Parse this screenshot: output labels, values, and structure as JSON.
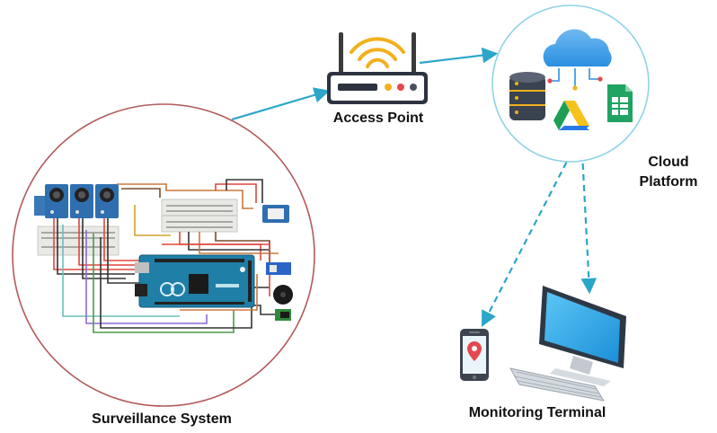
{
  "nodes": {
    "access_point": {
      "label": "Access Point"
    },
    "cloud": {
      "label_line1": "Cloud",
      "label_line2": "Platform"
    },
    "surveillance": {
      "label": "Surveillance System"
    },
    "monitoring": {
      "label": "Monitoring Terminal"
    }
  },
  "colors": {
    "arrow": "#2aa6c9",
    "surveillance_circle": "#b35a5a",
    "cloud_circle": "#8fd3e6",
    "cloud_blue": "#2b8fe0",
    "arduino": "#1f7fa6",
    "breadboard": "#e9e9e6"
  },
  "icons": [
    "router-icon",
    "wifi-icon",
    "cloud-icon",
    "database-icon",
    "drive-icon",
    "sheets-icon",
    "smartphone-icon",
    "monitor-icon",
    "keyboard-icon",
    "arduino-board-icon",
    "breadboard-icon",
    "buzzer-icon",
    "sensor-module-icon"
  ]
}
